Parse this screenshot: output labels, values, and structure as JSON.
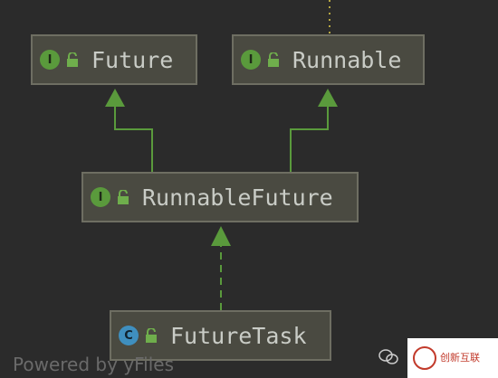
{
  "nodes": {
    "future": {
      "label": "Future",
      "kind": "I"
    },
    "runnable": {
      "label": "Runnable",
      "kind": "I"
    },
    "runnable_future": {
      "label": "RunnableFuture",
      "kind": "I"
    },
    "future_task": {
      "label": "FutureTask",
      "kind": "C"
    }
  },
  "footer": {
    "text": "Powered by yFiles"
  },
  "watermark": {
    "text": "创新互联"
  },
  "colors": {
    "edge": "#5a9a3c",
    "interface_badge": "#5a9a3c",
    "class_badge": "#3f8fbf",
    "node_fill": "#4a4a41",
    "background": "#2b2b2b"
  }
}
